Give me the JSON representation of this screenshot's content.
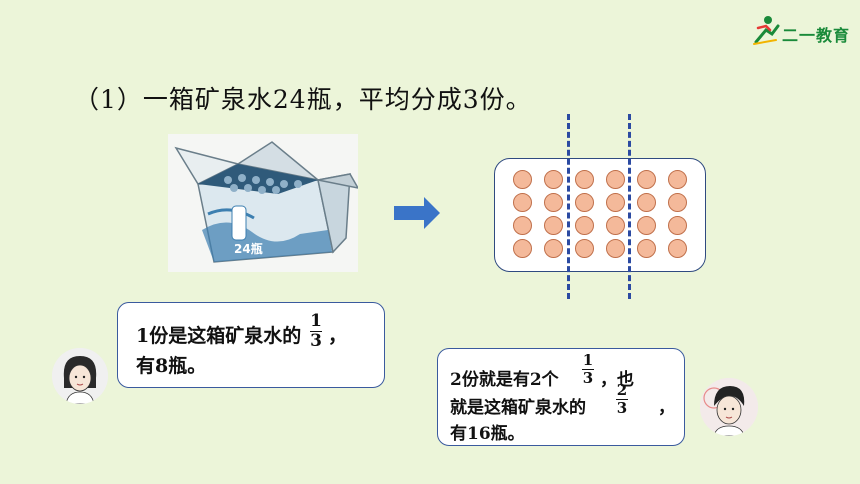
{
  "logo": {
    "text": "二一教育"
  },
  "heading": "（1）一箱矿泉水24瓶，平均分成3份。",
  "box": {
    "label": "24瓶"
  },
  "tray": {
    "rows": 4,
    "cols": 6
  },
  "bubble_left": {
    "line1": "1份是这箱矿泉水的",
    "fraction": {
      "numerator": "1",
      "denominator": "3"
    },
    "comma": "，",
    "line2": "有8瓶。"
  },
  "bubble_right": {
    "line1_prefix": "2份就是有2个",
    "fraction1": {
      "numerator": "1",
      "denominator": "3"
    },
    "line1_suffix": "，也",
    "line2_prefix": "就是这箱矿泉水的",
    "fraction2": {
      "numerator": "2",
      "denominator": "3"
    },
    "line2_suffix": "，",
    "line3": "有16瓶。"
  },
  "colors": {
    "background": "#ecf5d9",
    "bubble_border": "#3a5a9e",
    "bottle_fill": "#f4b99a",
    "divider": "#2b4aa2",
    "arrow": "#3a74c8"
  }
}
